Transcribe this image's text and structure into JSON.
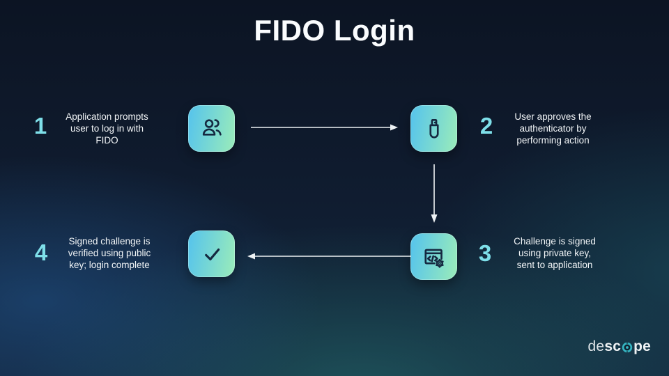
{
  "title": "FIDO Login",
  "steps": [
    {
      "number": "1",
      "icon": "users-icon",
      "lines": [
        "Application prompts",
        "user to log in with",
        "FIDO"
      ]
    },
    {
      "number": "2",
      "icon": "usb-drive-icon",
      "lines": [
        "User approves the",
        "authenticator by",
        "performing action"
      ]
    },
    {
      "number": "3",
      "icon": "code-window-gear-icon",
      "lines": [
        "Challenge is signed",
        "using private key,",
        "sent to application"
      ]
    },
    {
      "number": "4",
      "icon": "check-icon",
      "lines": [
        "Signed challenge is",
        "verified using public",
        "key; login complete"
      ]
    }
  ],
  "arrows": [
    {
      "from": "step-1",
      "to": "step-2",
      "direction": "right"
    },
    {
      "from": "step-2",
      "to": "step-3",
      "direction": "down"
    },
    {
      "from": "step-3",
      "to": "step-4",
      "direction": "left"
    }
  ],
  "logo": {
    "part1": "de",
    "part2": "sc",
    "part3": "pe",
    "wordmark": "descope"
  },
  "colors": {
    "accent_number": "#7edfe9",
    "tile_gradient_start": "#5ac6e9",
    "tile_gradient_end": "#97eabc",
    "icon_stroke": "#152840",
    "background_top": "#0c1423",
    "background_blue_glow": "#235c98",
    "background_teal_glow": "#267470",
    "logo_mark_teal": "#35b5c2",
    "text": "#f2f5f7",
    "title": "#fafcfe"
  }
}
